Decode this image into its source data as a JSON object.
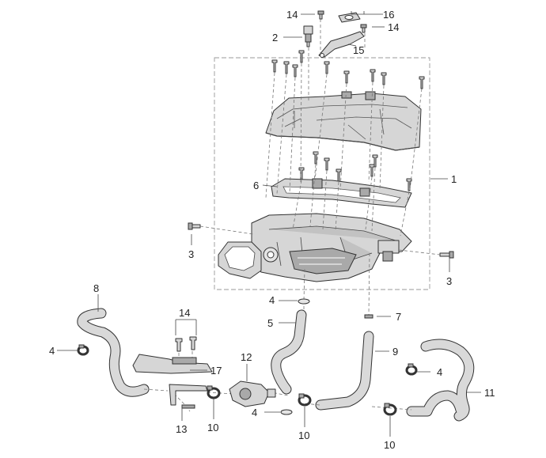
{
  "callouts": {
    "c1": "1",
    "c2": "2",
    "c3a": "3",
    "c3b": "3",
    "c4a": "4",
    "c4b": "4",
    "c4c": "4",
    "c4d": "4",
    "c5": "5",
    "c6": "6",
    "c7": "7",
    "c8": "8",
    "c9": "9",
    "c10a": "10",
    "c10b": "10",
    "c10c": "10",
    "c11": "11",
    "c12": "12",
    "c13": "13",
    "c14a": "14",
    "c14b": "14",
    "c14c": "14",
    "c15": "15",
    "c16": "16",
    "c17": "17"
  }
}
